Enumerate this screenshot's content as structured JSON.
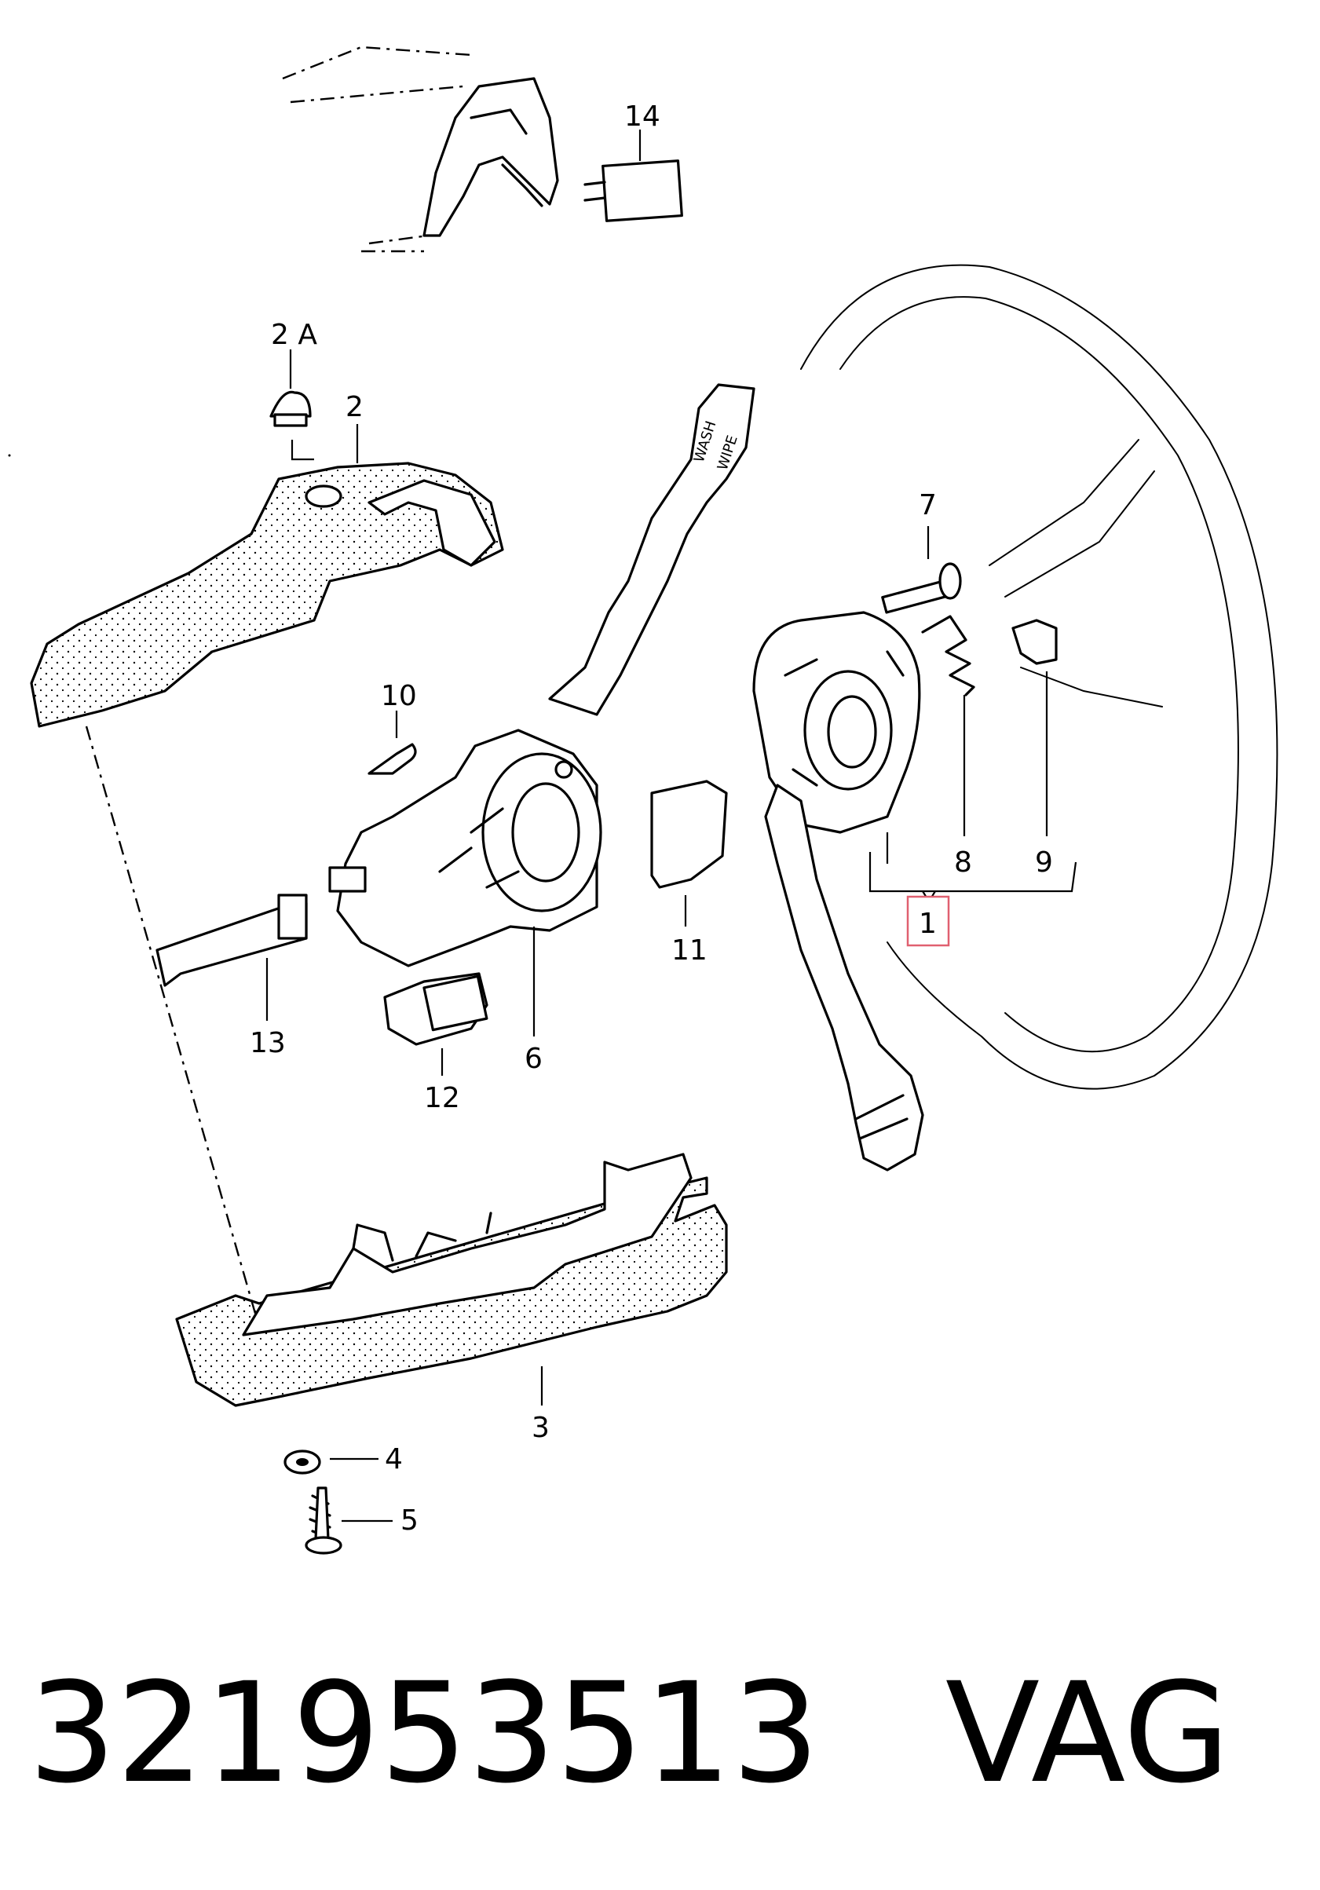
{
  "callouts": {
    "c1": "1",
    "c2": "2",
    "c2a": "2 A",
    "c3": "3",
    "c4": "4",
    "c5": "5",
    "c6": "6",
    "c7": "7",
    "c8": "8",
    "c9": "9",
    "c10": "10",
    "c11": "11",
    "c12": "12",
    "c13": "13",
    "c14": "14"
  },
  "lever_text": {
    "wash": "WASH",
    "wipe": "WIPE"
  },
  "highlight_color": "#e06070",
  "footer": {
    "part_number": "321953513",
    "brand": "VAG"
  }
}
